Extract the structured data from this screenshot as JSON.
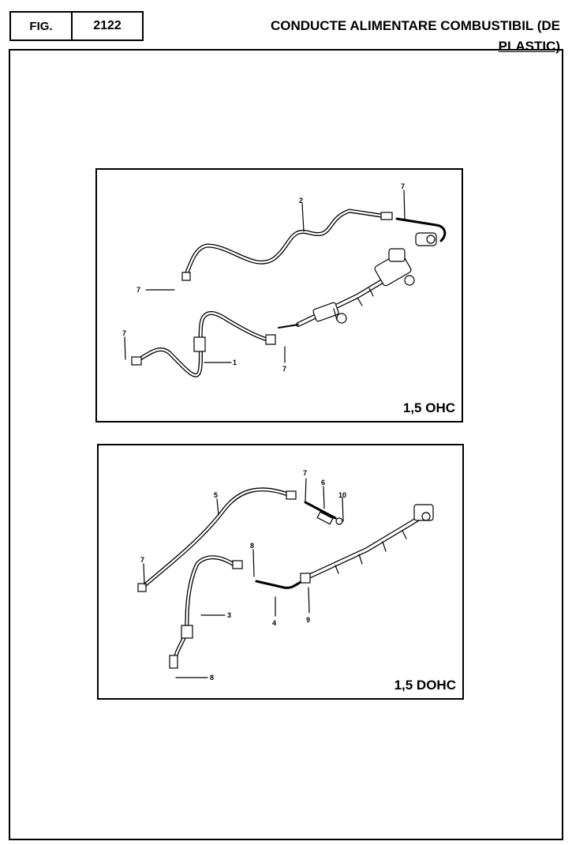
{
  "header": {
    "fig_label": "FIG.",
    "fig_number": "2122",
    "title_line1": "CONDUCTE ALIMENTARE COMBUSTIBIL (DE",
    "title_line2": "PLASTIC)"
  },
  "panels": [
    {
      "variant": "1,5 OHC",
      "callouts": [
        "1",
        "2",
        "7",
        "7",
        "7",
        "7"
      ]
    },
    {
      "variant": "1,5 DOHC",
      "callouts": [
        "3",
        "4",
        "5",
        "6",
        "7",
        "7",
        "8",
        "8",
        "9",
        "10"
      ]
    }
  ]
}
